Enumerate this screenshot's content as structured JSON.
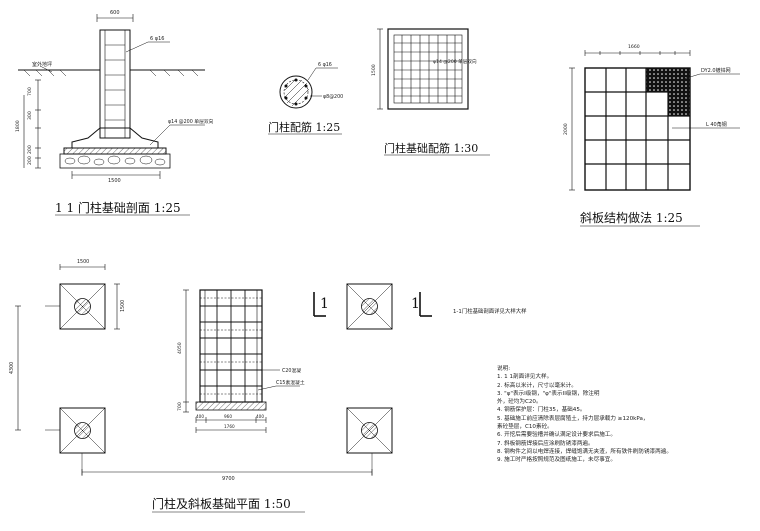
{
  "section": {
    "title": "1  1  门柱基础剖面  1:25",
    "dim_top": "600",
    "dims_left": [
      "700",
      "1800",
      "300",
      "200",
      "200"
    ],
    "dim_bottom": "1500",
    "label_ground": "室外地坪",
    "label_rebar_v": "6 φ16",
    "label_rebar_mesh": "φ14 @200 单层双向"
  },
  "column_rebar": {
    "title": "门柱配筋  1:25",
    "label_a": "6 φ16",
    "label_b": "φ8@200"
  },
  "footing_rebar": {
    "title": "门柱基础配筋  1:30",
    "dim_left": "1500",
    "label": "φ14 @200 单层双向"
  },
  "slab": {
    "title": "斜板结构做法  1:25",
    "dim_top": "1660",
    "dims_left": [
      "2000"
    ],
    "label_a": "DY2.0镀锌网",
    "label_b": "L 40角钢"
  },
  "plan": {
    "title": "门柱及斜板基础平面  1:50",
    "dim_top": "1500",
    "dim_right": "1500",
    "dim_left": "4300",
    "dim_mid_v": "4050",
    "dim_mid_v2": "700",
    "dims_mid_bottom": [
      "400",
      "960",
      "400"
    ],
    "dim_mid_bottom_total": "1760",
    "dim_bottom": "9700",
    "label_a": "C20混凝",
    "label_b": "C15素混凝土",
    "section_mark": "1",
    "section_note": "1-1门柱基础剖面详见大样大样"
  },
  "notes": {
    "heading": "说明:",
    "lines": [
      "1. 1  1剖面详见大样。",
      "2. 标高以米计，尺寸以毫米计。",
      "3. \"φ\"表示I级钢，\"φ\"表示II级钢，除注明",
      "   外，砼均为C20。",
      "4. 钢筋保护层：门柱35，基础45。",
      "5. 基础施工前应清除表层腐殖土，持力层承载力 ≥120kPa，",
      "   素砼垫层，C10素砼。",
      "6. 开挖后需要验槽并确认满足设计要求后施工。",
      "7. 斜板钢筋焊接后应涂刷防锈漆两遍。",
      "8. 钢构件之间以电焊连接，焊缝饱满无夹渣，所有铁件刷防锈漆两遍。",
      "9. 施工时严格按照规范及图纸施工，未尽事宜。"
    ]
  }
}
